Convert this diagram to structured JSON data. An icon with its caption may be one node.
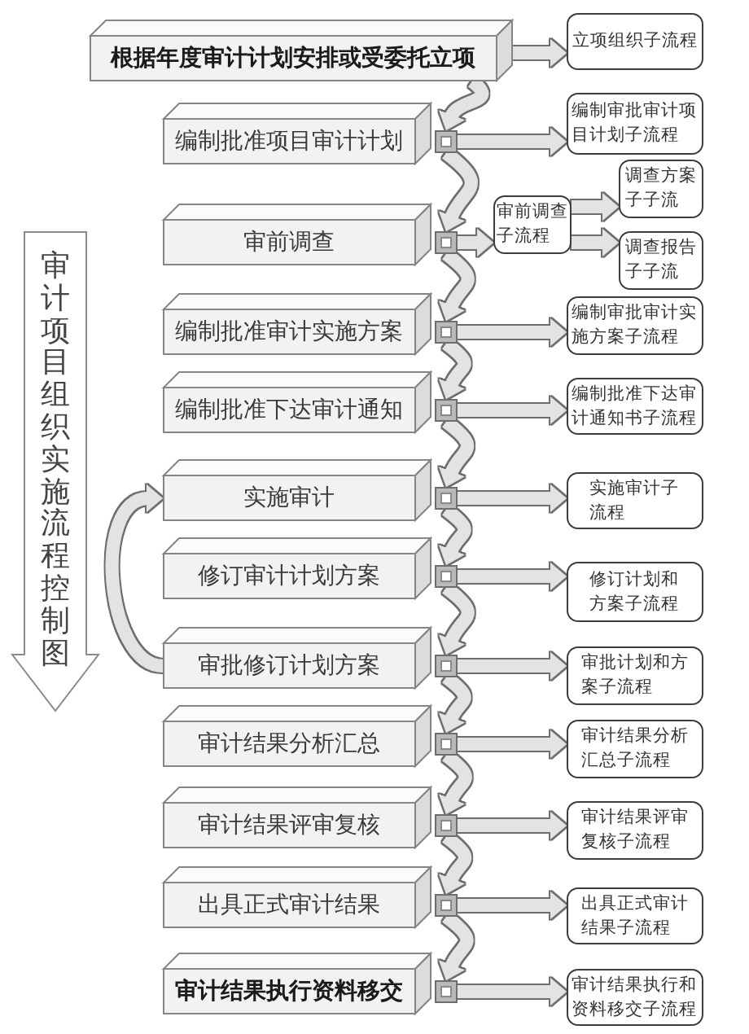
{
  "diagram": {
    "nodes": [
      {
        "text": [
          "审计项目组织实施流程控制图"
        ]
      },
      {
        "text": [
          "根据年度审计计划安排或受委托立项"
        ]
      },
      {
        "text": [
          "立项组织子流程"
        ]
      },
      {
        "text": [
          "编制批准项目审计计划"
        ]
      },
      {
        "text": [
          "编制审批审计项目计划子流程"
        ]
      },
      {
        "text": [
          "审前调查"
        ]
      },
      {
        "text": [
          "审前调查子流程"
        ]
      },
      {
        "text": [
          "调查方案子子流"
        ]
      },
      {
        "text": [
          "调查报告子子流"
        ]
      },
      {
        "text": [
          "编制批准审计实施方案"
        ]
      },
      {
        "text": [
          "编制审批审计实施方案子流程"
        ]
      },
      {
        "text": [
          "编制批准下达审计通知"
        ]
      },
      {
        "text": [
          "编制批准下达审计通知书子流程"
        ]
      },
      {
        "text": [
          "实施审计"
        ]
      },
      {
        "text": [
          "实施审计子流程"
        ]
      },
      {
        "text": [
          "修订审计计划方案"
        ]
      },
      {
        "text": [
          "修订计划和方案子流程"
        ]
      },
      {
        "text": [
          "审批修订计划方案"
        ]
      },
      {
        "text": [
          "审批计划和方案子流程"
        ]
      },
      {
        "text": [
          "审计结果分析汇总"
        ]
      },
      {
        "text": [
          "审计结果分析汇总子流程"
        ]
      },
      {
        "text": [
          "审计结果评审复核"
        ]
      },
      {
        "text": [
          "审计结果评审复核子流程"
        ]
      },
      {
        "text": [
          "出具正式审计结果"
        ]
      },
      {
        "text": [
          "出具正式审计结果子流程"
        ]
      },
      {
        "text": [
          "审计结果执行资料移交"
        ]
      },
      {
        "text": [
          "审计结果执行和资料移交子流程"
        ]
      }
    ],
    "edges": [
      {
        "from": 1,
        "to": 2,
        "arrow": "to"
      },
      {
        "from": 1,
        "to": 3,
        "arrow": "to"
      },
      {
        "from": 3,
        "to": 4,
        "arrow": "to"
      },
      {
        "from": 3,
        "to": 5,
        "arrow": "to"
      },
      {
        "from": 5,
        "to": 6,
        "arrow": "to"
      },
      {
        "from": 6,
        "to": 7,
        "arrow": "to"
      },
      {
        "from": 6,
        "to": 8,
        "arrow": "to"
      },
      {
        "from": 5,
        "to": 9,
        "arrow": "to"
      },
      {
        "from": 9,
        "to": 10,
        "arrow": "to"
      },
      {
        "from": 9,
        "to": 11,
        "arrow": "to"
      },
      {
        "from": 11,
        "to": 12,
        "arrow": "to"
      },
      {
        "from": 11,
        "to": 13,
        "arrow": "to"
      },
      {
        "from": 13,
        "to": 14,
        "arrow": "to"
      },
      {
        "from": 13,
        "to": 15,
        "arrow": "to"
      },
      {
        "from": 15,
        "to": 16,
        "arrow": "to"
      },
      {
        "from": 15,
        "to": 17,
        "arrow": "to"
      },
      {
        "from": 17,
        "to": 18,
        "arrow": "to"
      },
      {
        "from": 17,
        "to": 13,
        "arrow": "to"
      },
      {
        "from": 17,
        "to": 19,
        "arrow": "to"
      },
      {
        "from": 19,
        "to": 20,
        "arrow": "to"
      },
      {
        "from": 19,
        "to": 21,
        "arrow": "to"
      },
      {
        "from": 21,
        "to": 22,
        "arrow": "to"
      },
      {
        "from": 21,
        "to": 23,
        "arrow": "to"
      },
      {
        "from": 23,
        "to": 24,
        "arrow": "to"
      },
      {
        "from": 23,
        "to": 25,
        "arrow": "to"
      },
      {
        "from": 25,
        "to": 26,
        "arrow": "to"
      }
    ]
  }
}
